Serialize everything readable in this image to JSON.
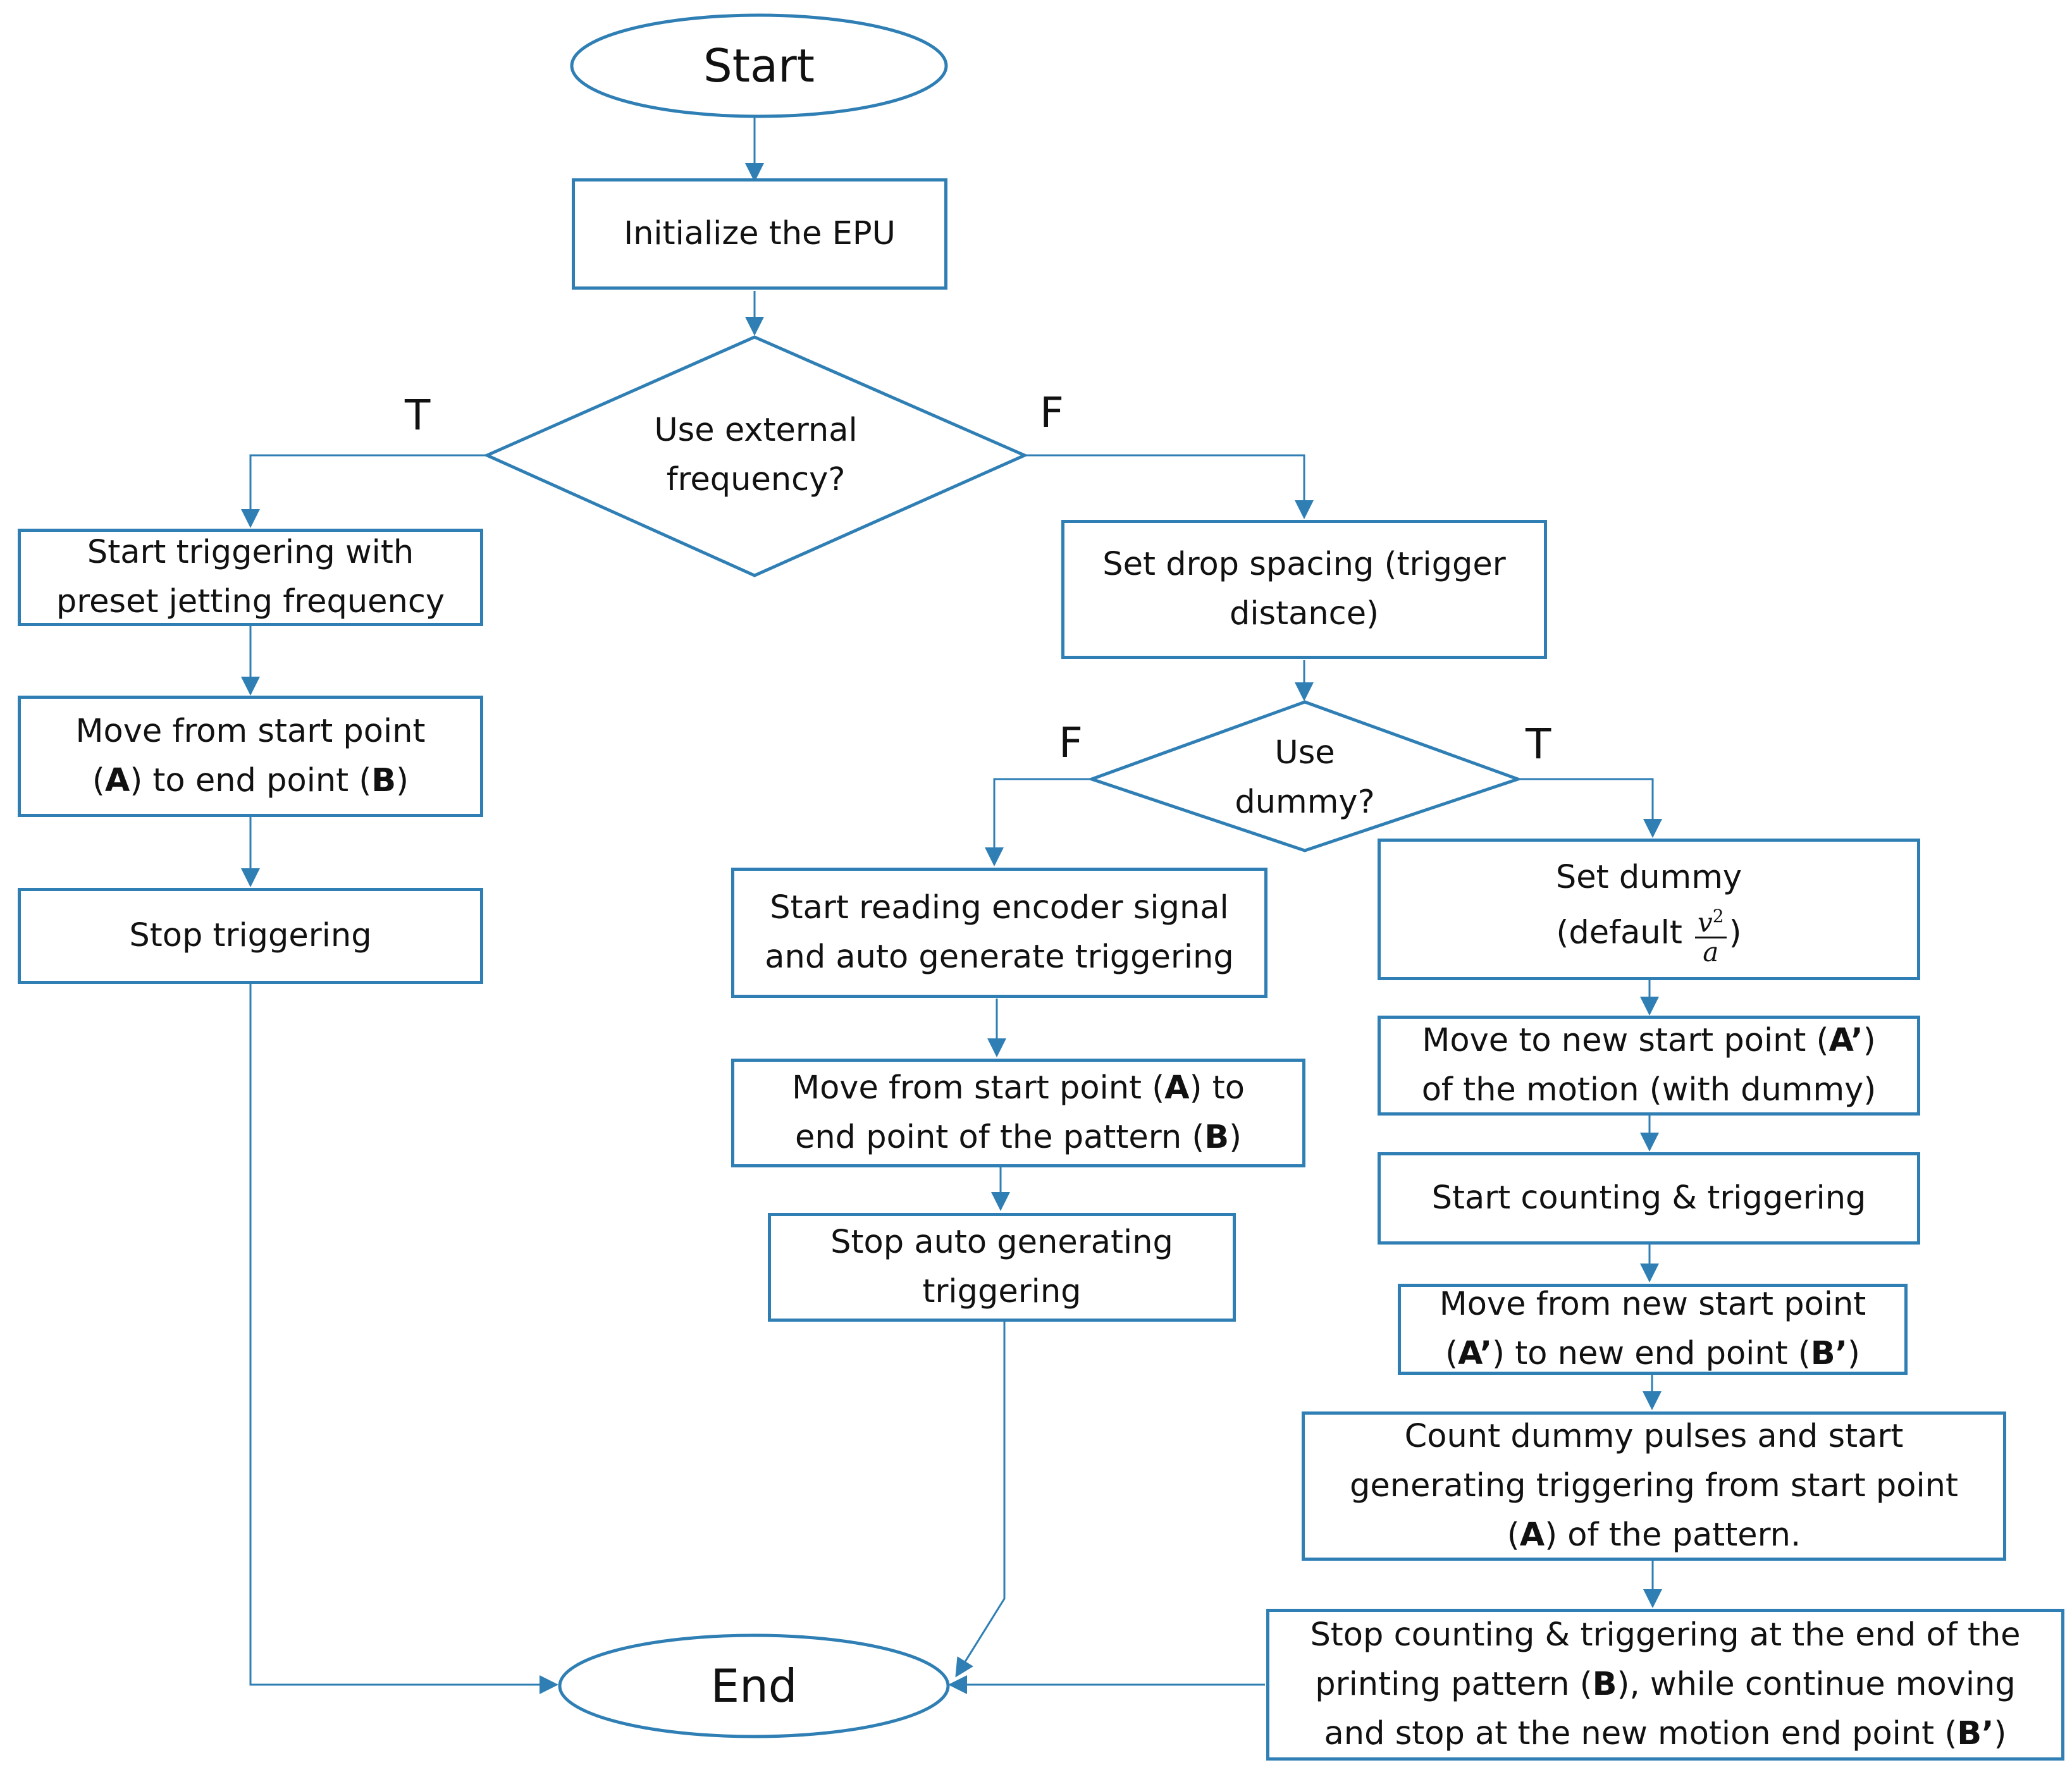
{
  "diagram": {
    "nodes": {
      "start": "Start",
      "init": "Initialize the EPU",
      "q_external": [
        "Use external",
        "frequency?"
      ],
      "trig_preset": [
        "Start triggering with",
        "preset jetting frequency"
      ],
      "move_ab": {
        "l1": "Move from start point",
        "p1": "(",
        "a": "A",
        "p2": ")  to end point (",
        "b": "B",
        "p3": ")"
      },
      "stop_trig": "Stop triggering",
      "set_drop": [
        "Set drop spacing (trigger",
        "distance)"
      ],
      "q_dummy": [
        "Use",
        "dummy?"
      ],
      "read_encoder": [
        "Start reading encoder signal",
        "and auto generate triggering"
      ],
      "move_pattern": {
        "p1": "Move from start point (",
        "a": "A",
        "p2": ") to",
        "p3": "end point of the pattern (",
        "b": "B",
        "p4": ")"
      },
      "stop_auto": [
        "Stop auto generating",
        "triggering"
      ],
      "set_dummy": {
        "l1": "Set dummy",
        "pre": "(default ",
        "num": "v",
        "exp": "2",
        "den": "a",
        "post": ")"
      },
      "move_new_start": {
        "p1": "Move to new start point (",
        "a": "A’",
        "p2": ")",
        "l2": "of the motion (with dummy)"
      },
      "start_counting": "Start counting & triggering",
      "move_new": {
        "l1": "Move from new start point",
        "p1": "(",
        "a": "A’",
        "p2": ")  to new end point (",
        "b": "B’",
        "p3": ")"
      },
      "count_dummy": {
        "l1": "Count dummy pulses and start",
        "l2": "generating triggering from start point",
        "p1": "(",
        "a": "A",
        "p2": ") of the pattern."
      },
      "stop_counting": {
        "l1": "Stop counting & triggering at the end of the",
        "p1": "printing pattern (",
        "b": "B",
        "p2": "), while continue moving",
        "p3": "and stop at the new motion end point (",
        "b2": "B’",
        "p4": ")"
      },
      "end": "End"
    },
    "branch_labels": {
      "external_true": "T",
      "external_false": "F",
      "dummy_false": "F",
      "dummy_true": "T"
    },
    "colors": {
      "stroke": "#2f7fb5",
      "text": "#111111",
      "background": "#ffffff"
    }
  }
}
